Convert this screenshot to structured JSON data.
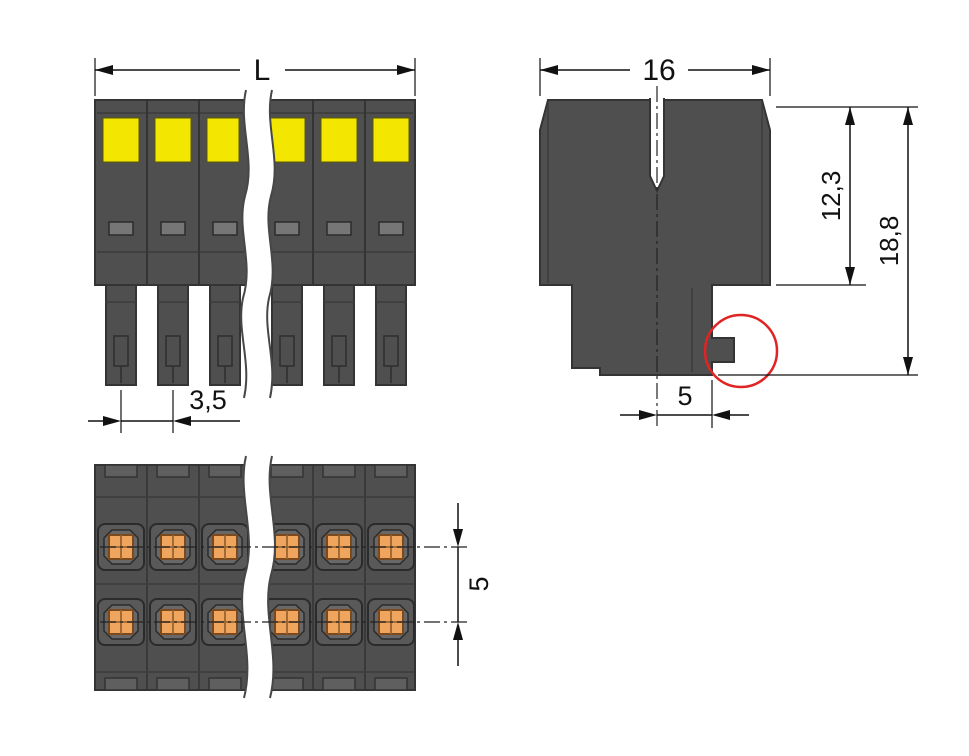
{
  "drawing": {
    "front": {
      "overall_label": "L",
      "pitch": "3,5"
    },
    "side": {
      "width": "16",
      "upper_height": "12,3",
      "total_height": "18,8",
      "pin_offset": "5"
    },
    "bottom": {
      "row_spacing": "5"
    },
    "colors": {
      "body_gray": "#4f4f4f",
      "button_yellow": "#f3e600",
      "contact_orange": "#f0a55e",
      "highlight_red": "#e02424",
      "dimension_ink": "#111111"
    }
  }
}
